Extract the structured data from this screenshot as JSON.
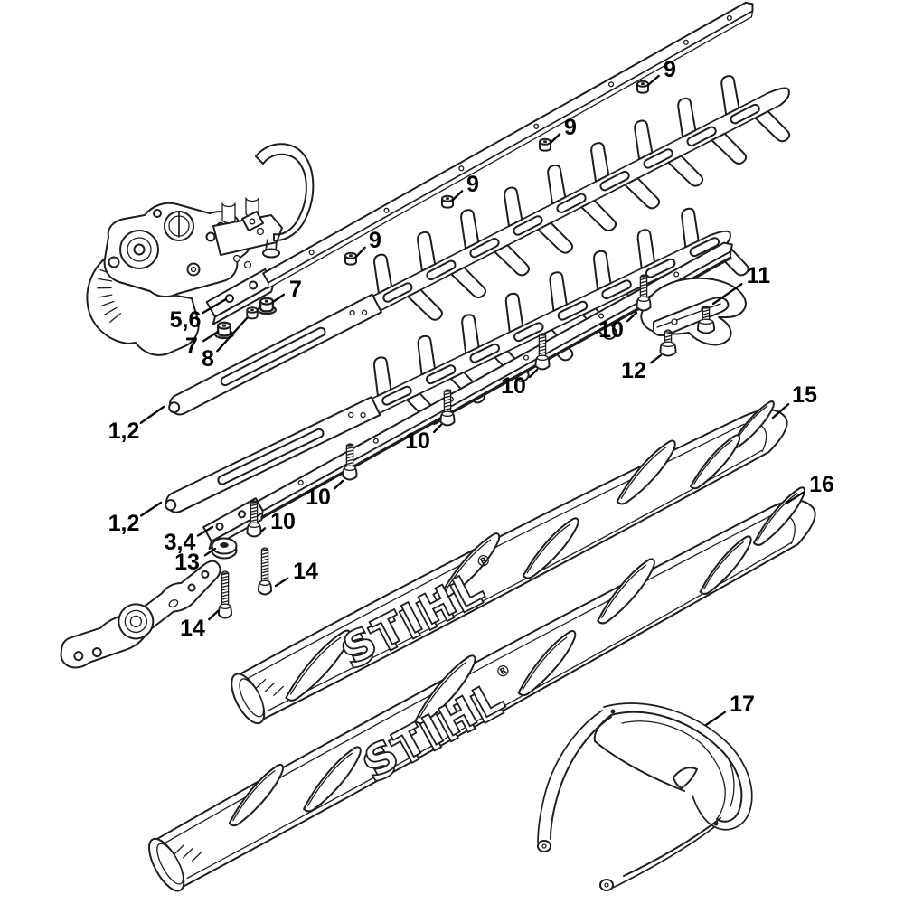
{
  "diagram": {
    "background": "#ffffff",
    "line_color": "#1e1e1e",
    "label_color": "#000000",
    "brand_logo": {
      "text": "STIHL",
      "registered": "®"
    },
    "callouts": [
      "9",
      "9",
      "9",
      "9",
      "7",
      "5,6",
      "7",
      "8",
      "1,2",
      "1,2",
      "3,4",
      "13",
      "10",
      "14",
      "14",
      "10",
      "10",
      "10",
      "10",
      "12",
      "11",
      "15",
      "16",
      "17"
    ]
  }
}
